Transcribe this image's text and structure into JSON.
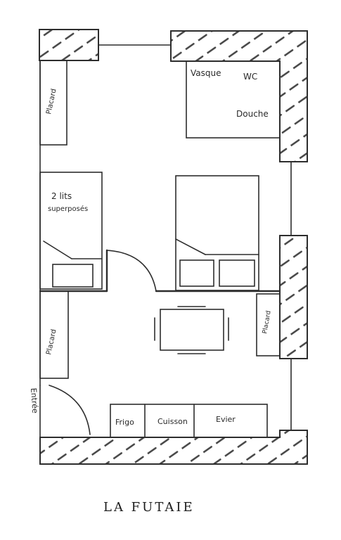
{
  "plan": {
    "title": "La Futaie",
    "labels": {
      "vasque": "Vasque",
      "wc": "WC",
      "douche": "Douche",
      "placard_top": "Placard",
      "beds_line1": "2 lits",
      "beds_line2": "superposés",
      "placard_bottom": "Placard",
      "placard_right": "Placard",
      "entree": "Entrée",
      "frigo": "Frigo",
      "cuisson": "Cuisson",
      "evier": "Evier"
    }
  }
}
